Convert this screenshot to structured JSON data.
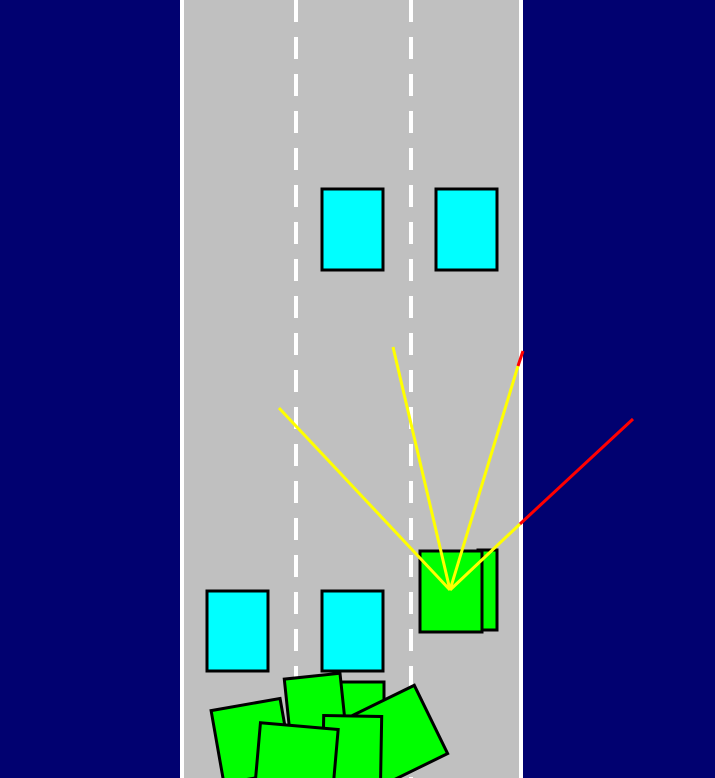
{
  "colors": {
    "background": "#010170",
    "road": "#c0c0c0",
    "road_edge": "#ffffff",
    "lane_marking": "#ffffff",
    "other_car": "#00ffff",
    "ego_car": "#00ff00",
    "sensor_ray_free": "#ffff00",
    "sensor_ray_blocked": "#ff0000",
    "outline": "#000000"
  },
  "scene": {
    "lane_count": 3,
    "other_car_count": 4,
    "ego_car": "ego-car",
    "sensor_ray_count": 4,
    "sensor_ray_hits": [
      false,
      false,
      false,
      true
    ],
    "crashed_vehicle_pile_count": 6
  }
}
